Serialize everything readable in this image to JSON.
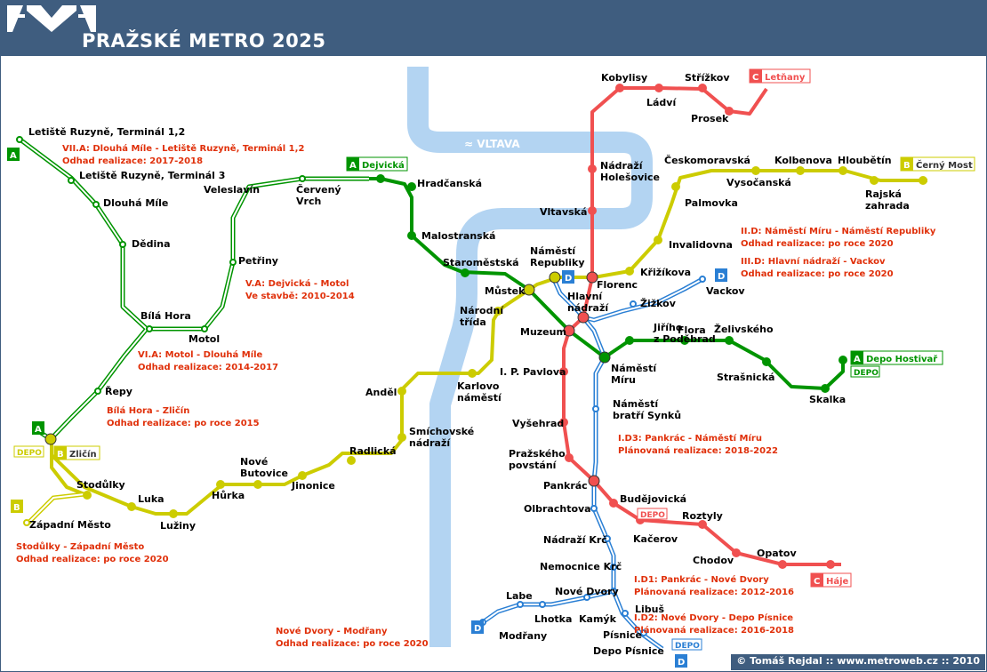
{
  "header": {
    "title": "PRAŽSKÉ METRO  2025"
  },
  "footer": {
    "copyright": "© Tomáš Rejdal :: www.metroweb.cz :: 2010"
  },
  "river": {
    "name": "≈ VLTAVA"
  },
  "colors": {
    "line_a": "#009400",
    "line_b": "#cccc00",
    "line_c": "#f05050",
    "line_d": "#2a7fd4",
    "note": "#e0300a",
    "header": "#3f5d7f",
    "river": "#b3d4f2"
  },
  "terminus_badges": [
    {
      "letter": "A",
      "name": "Dejvická",
      "color": "#009400"
    },
    {
      "letter": "A",
      "name": "Depo Hostivař",
      "color": "#009400"
    },
    {
      "letter": "B",
      "name": "Černý Most",
      "color": "#cccc00"
    },
    {
      "letter": "B",
      "name": "Zličín",
      "color": "#cccc00"
    },
    {
      "letter": "C",
      "name": "Letňany",
      "color": "#f05050"
    },
    {
      "letter": "C",
      "name": "Háje",
      "color": "#f05050"
    }
  ],
  "letter_badges": [
    {
      "letter": "A",
      "color": "#009400"
    },
    {
      "letter": "A",
      "color": "#009400"
    },
    {
      "letter": "B",
      "color": "#cccc00"
    },
    {
      "letter": "D",
      "color": "#2a7fd4"
    },
    {
      "letter": "D",
      "color": "#2a7fd4"
    },
    {
      "letter": "D",
      "color": "#2a7fd4"
    },
    {
      "letter": "D",
      "color": "#2a7fd4"
    }
  ],
  "depots": [
    {
      "text": "DEPO",
      "color": "#009400"
    },
    {
      "text": "DEPO",
      "color": "#cccc00"
    },
    {
      "text": "DEPO",
      "color": "#f05050"
    },
    {
      "text": "DEPO",
      "color": "#2a7fd4"
    }
  ],
  "stations": [
    "Kobylisy",
    "Střížkov",
    "Ládví",
    "Prosek",
    "Nádraží\nHolešovice",
    "Vltavská",
    "Florenc",
    "Hlavní\nnádraží",
    "Muzeum",
    "I. P. Pavlova",
    "Vyšehrad",
    "Pražského\npovstání",
    "Pankrác",
    "Budějovická",
    "Kačerov",
    "Roztyly",
    "Chodov",
    "Opatov",
    "Hradčanská",
    "Malostranská",
    "Staroměstská",
    "Můstek",
    "Náměstí\nMíru",
    "Jiřího\nz Poděbrad",
    "Flora",
    "Želivského",
    "Strašnická",
    "Skalka",
    "Českomoravská",
    "Vysočanská",
    "Kolbenova",
    "Hloubětín",
    "Rajská\nzahrada",
    "Palmovka",
    "Invalidovna",
    "Křižíkova",
    "Náměstí\nRepubliky",
    "Národní\ntřída",
    "Karlovo\nnáměstí",
    "Anděl",
    "Smíchovské\nnádraží",
    "Radlická",
    "Jinonice",
    "Nové\nButovice",
    "Hůrka",
    "Lužiny",
    "Luka",
    "Stodůlky",
    "Západní Město",
    "Letiště Ruzyně, Terminál 1,2",
    "Letiště Ruzyně, Terminál 3",
    "Dlouhá Míle",
    "Dědina",
    "Veleslavín",
    "Červený\nVrch",
    "Petřiny",
    "Bílá Hora",
    "Motol",
    "Řepy",
    "Vackov",
    "Žižkov",
    "Náměstí\nbratří Synků",
    "Olbrachtova",
    "Nádraží Krč",
    "Nemocnice Krč",
    "Nové Dvory",
    "Libuš",
    "Písnice",
    "Depo Písnice",
    "Kamýk",
    "Lhotka",
    "Labe",
    "Modřany"
  ],
  "notes": [
    "VII.A: Dlouhá Míle - Letiště Ruzyně, Terminál 1,2",
    "Odhad realizace: 2017-2018",
    "V.A: Dejvická - Motol",
    "Ve stavbě: 2010-2014",
    "VI.A: Motol - Dlouhá Míle",
    "Odhad realizace: 2014-2017",
    "Bílá Hora - Zličín",
    "Odhad realizace: po roce 2015",
    "Stodůlky - Západní Město",
    "Odhad realizace: po roce 2020",
    "II.D: Náměstí Míru - Náměstí Republiky",
    "Odhad realizace: po roce 2020",
    "III.D: Hlavní nádraží - Vackov",
    "Odhad realizace: po roce 2020",
    "I.D3: Pankrác - Náměstí Míru",
    "Plánovaná realizace: 2018-2022",
    "I.D1: Pankrác - Nové Dvory",
    "Plánovaná realizace: 2012-2016",
    "I.D2: Nové Dvory - Depo Písnice",
    "Plánovaná realizace: 2016-2018",
    "Nové Dvory - Modřany",
    "Odhad realizace: po roce 2020"
  ]
}
